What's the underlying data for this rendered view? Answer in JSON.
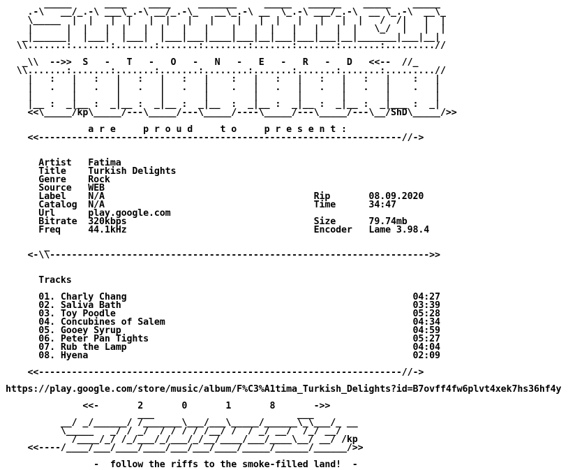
{
  "document": {
    "lines": [
      "       _____      ____    ____     _______     _____   ______    _____    _____",
      "    .-\\   __/_.-\\ ___\\_.-\\ __/_.-\\_   __\\_.-\\ __  \\_.-\\ ___/_.-\\  __ \\_.-\\  __\\_",
      "    \\_____  |  |   |  |   |  |   |   |    |   |  |   |   |   |  |   /  /|   |  |",
      "    |      |  |   |  |   |  |   |   |    |   |  |   |   |   |  |   \\_/  |   |  |",
      "   _|______|  |___|  |___|  |___|___|____|___|__|___|___|___|__|_______|___|__|",
      "  \\\\.......:.......:.......:.......:........:.......:.......:.......:.........//",
      "",
      "   _\\\\  -->>  S   -   T   -   O   -   N   -   E   -   R   -   D   <<--  //_",
      "  \\\\.......:.......:.......:.......:........:.......:.......:.......:.........//",
      "    |   :   |   :   |   :   |   :   |    :   |   :   |   :   |   :   |    :   |",
      "    |   .   |   .   |   .   |   .   |    .   |   .   |   .   |   .   |    .   |",
      "    |       |       |       |       |        |       |       |       |        |",
      "    |__ :  _|__ :  _|__ :  _|__ :  _|__  :  _|__ :  _|__ :  _|__ :  _|___ :  _|",
      "    <<\\_____/kp\\_____/---\\_____/---\\_____/----\\_____/---\\_____/---\\__/ShD\\_____/>>",
      "",
      "               a r e     p r o u d     t o     p r e s e n t :",
      "    <<------------------------------------------------------------------//->",
      "",
      "",
      "      Artist   Fatima",
      "      Title    Turkish Delights",
      "      Genre    Rock",
      "      Source   WEB",
      "      Label    N/A                                      Rip       08.09.2020",
      "      Catalog  N/A                                      Time      34:47",
      "      Url      play.google.com",
      "      Bitrate  320kbps                                  Size      79.74mb",
      "      Freq     44.1kHz                                  Encoder   Lame 3.98.4",
      "",
      "       _",
      "    <-\\\\--------------------------------------------------------------------->>",
      "",
      "",
      "      Tracks",
      "",
      "      01. Charly Chang                                                    04:27",
      "      02. Saliva Bath                                                     03:39",
      "      03. Toy Poodle                                                      05:28",
      "      04. Concubines of Salem                                             04:34",
      "      05. Gooey Syrup                                                     04:59",
      "      06. Peter Pan Tights                                                05:27",
      "      07. Rub the Lamp                                                    04:04",
      "      08. Hyena                                                           02:09",
      "",
      "    <<------------------------------------------------------------------//->",
      "",
      "https://play.google.com/store/music/album/F%C3%A1tima_Turkish_Delights?id=B7ovff4fw6plvt4xek7hs36hf4y",
      "",
      "              <<-       2       0       1       8       ->>",
      "                        ___                          ___",
      "          __/ _/______/ /_______\\___/___\\_____/______\\_\\___/_ __",
      "          \\_____   _/ / _/  / / / / /__/ /  / _/ __/  /_/ __/",
      "            /____/_/ /_/___/_/___/_/__/____/___/____\\__/ __/ /kp",
      "    <<----/____/___/____/____/___/___/____/_____/______/______/>>",
      "",
      "                -  follow the riffs to the smoke-filled land!  -"
    ]
  }
}
